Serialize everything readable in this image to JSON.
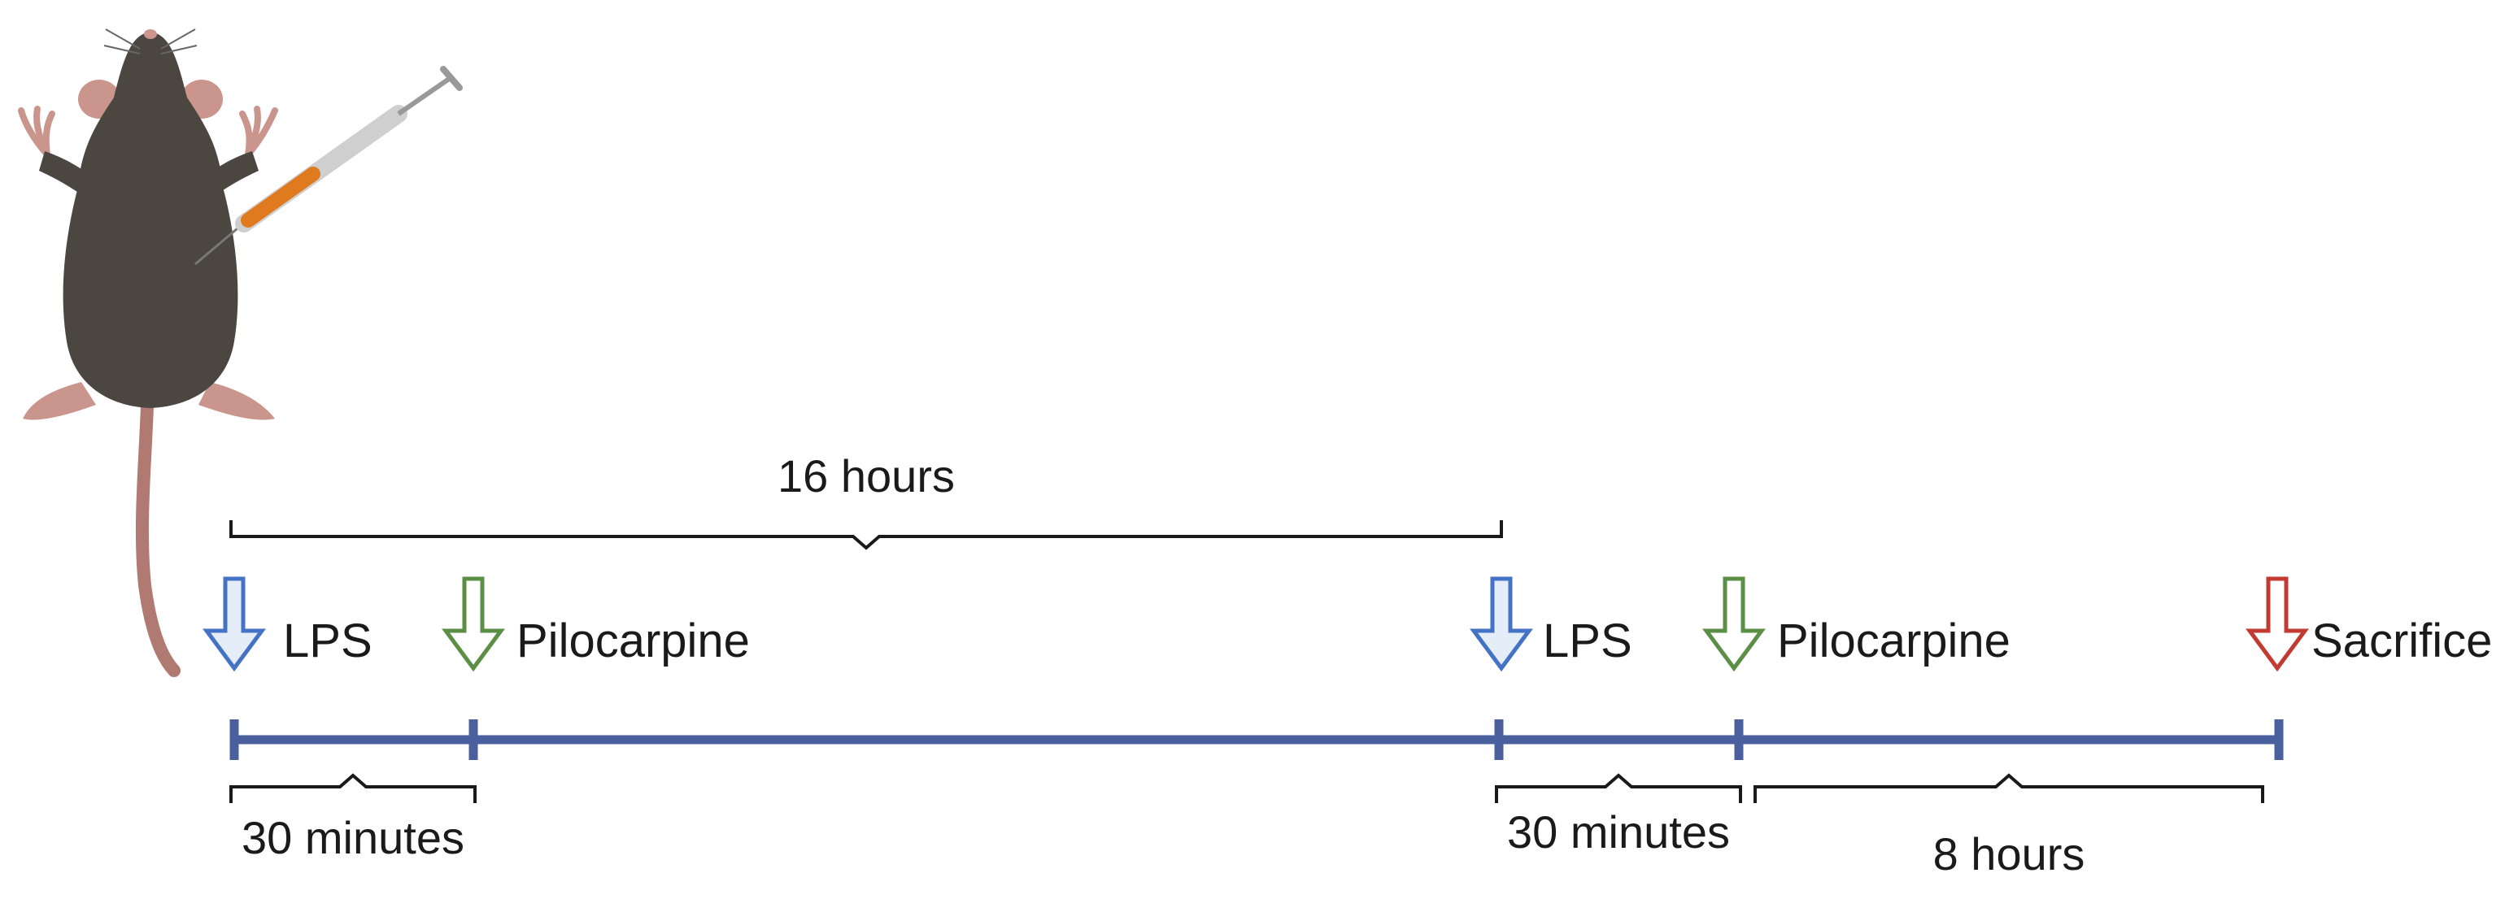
{
  "timeline": {
    "color": "#4a5f9e",
    "events": [
      {
        "label": "LPS",
        "icon": "arrow-down-icon",
        "color": "#4472c4"
      },
      {
        "label": "Pilocarpine",
        "icon": "arrow-down-icon",
        "color": "#5b8f45"
      },
      {
        "label": "LPS",
        "icon": "arrow-down-icon",
        "color": "#4472c4"
      },
      {
        "label": "Pilocarpine",
        "icon": "arrow-down-icon",
        "color": "#5b8f45"
      },
      {
        "label": "Sacrifice",
        "icon": "arrow-down-icon",
        "color": "#c23b32"
      }
    ],
    "intervals": [
      {
        "label": "16 hours"
      },
      {
        "label": "30 minutes"
      },
      {
        "label": "30 minutes"
      },
      {
        "label": "8 hours"
      }
    ]
  },
  "illustration": {
    "mouse_icon": "mouse-icon",
    "syringe_icon": "syringe-icon",
    "syringe_color": "#e07a1f"
  }
}
